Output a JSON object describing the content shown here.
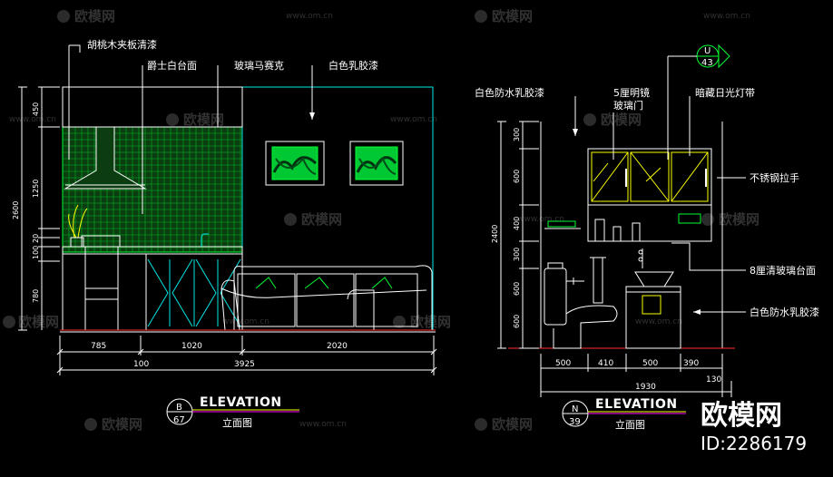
{
  "watermark": {
    "brand": "欧模网",
    "url": "www.om.cn"
  },
  "brand_corner": {
    "name": "欧模网",
    "id": "ID:2286179"
  },
  "left_elevation": {
    "callouts": [
      "胡桃木夹板清漆",
      "爵士白台面",
      "玻璃马赛克",
      "白色乳胶漆"
    ],
    "vertical_dims": [
      "450",
      "1250",
      "20",
      "100",
      "780",
      "2600"
    ],
    "horizontal_dims": [
      "785",
      "1020",
      "2020"
    ],
    "total_dims": [
      "100",
      "3925"
    ],
    "title": "ELEVATION",
    "subtitle": "立面图",
    "bubble": {
      "top": "B",
      "bottom": "67"
    }
  },
  "right_elevation": {
    "callouts": [
      "白色防水乳胶漆",
      "5厘明镜\n玻璃门",
      "暗藏日光灯带",
      "不锈钢拉手",
      "8厘清玻璃台面",
      "白色防水乳胶漆"
    ],
    "vertical_dims": [
      "300",
      "600",
      "400",
      "300",
      "600",
      "600",
      "2400"
    ],
    "horizontal_dims": [
      "500",
      "410",
      "500",
      "390"
    ],
    "total_dims": [
      "1930",
      "130"
    ],
    "section_marker": {
      "top": "U",
      "bottom": "43"
    },
    "title": "ELEVATION",
    "subtitle": "立面图",
    "bubble": {
      "top": "N",
      "bottom": "39"
    }
  }
}
